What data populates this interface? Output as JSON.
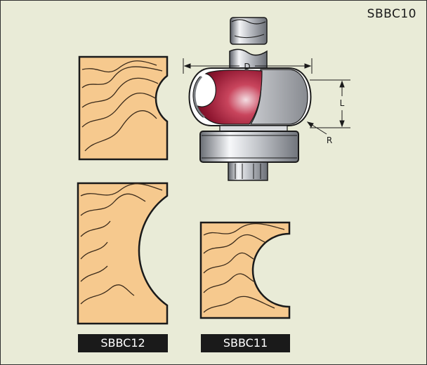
{
  "title_code": "SBBC10",
  "dimension_labels": {
    "diameter": "D",
    "length": "L",
    "radius": "R"
  },
  "profiles": [
    {
      "code": "SBBC12"
    },
    {
      "code": "SBBC11"
    }
  ],
  "colors": {
    "background": "#e9ebd7",
    "wood": "#f6c98e",
    "grain": "#3a2a1a",
    "label_box": "#1a1a1a",
    "cutter_red": "#a3213a",
    "steel": "#a0a4aa"
  }
}
